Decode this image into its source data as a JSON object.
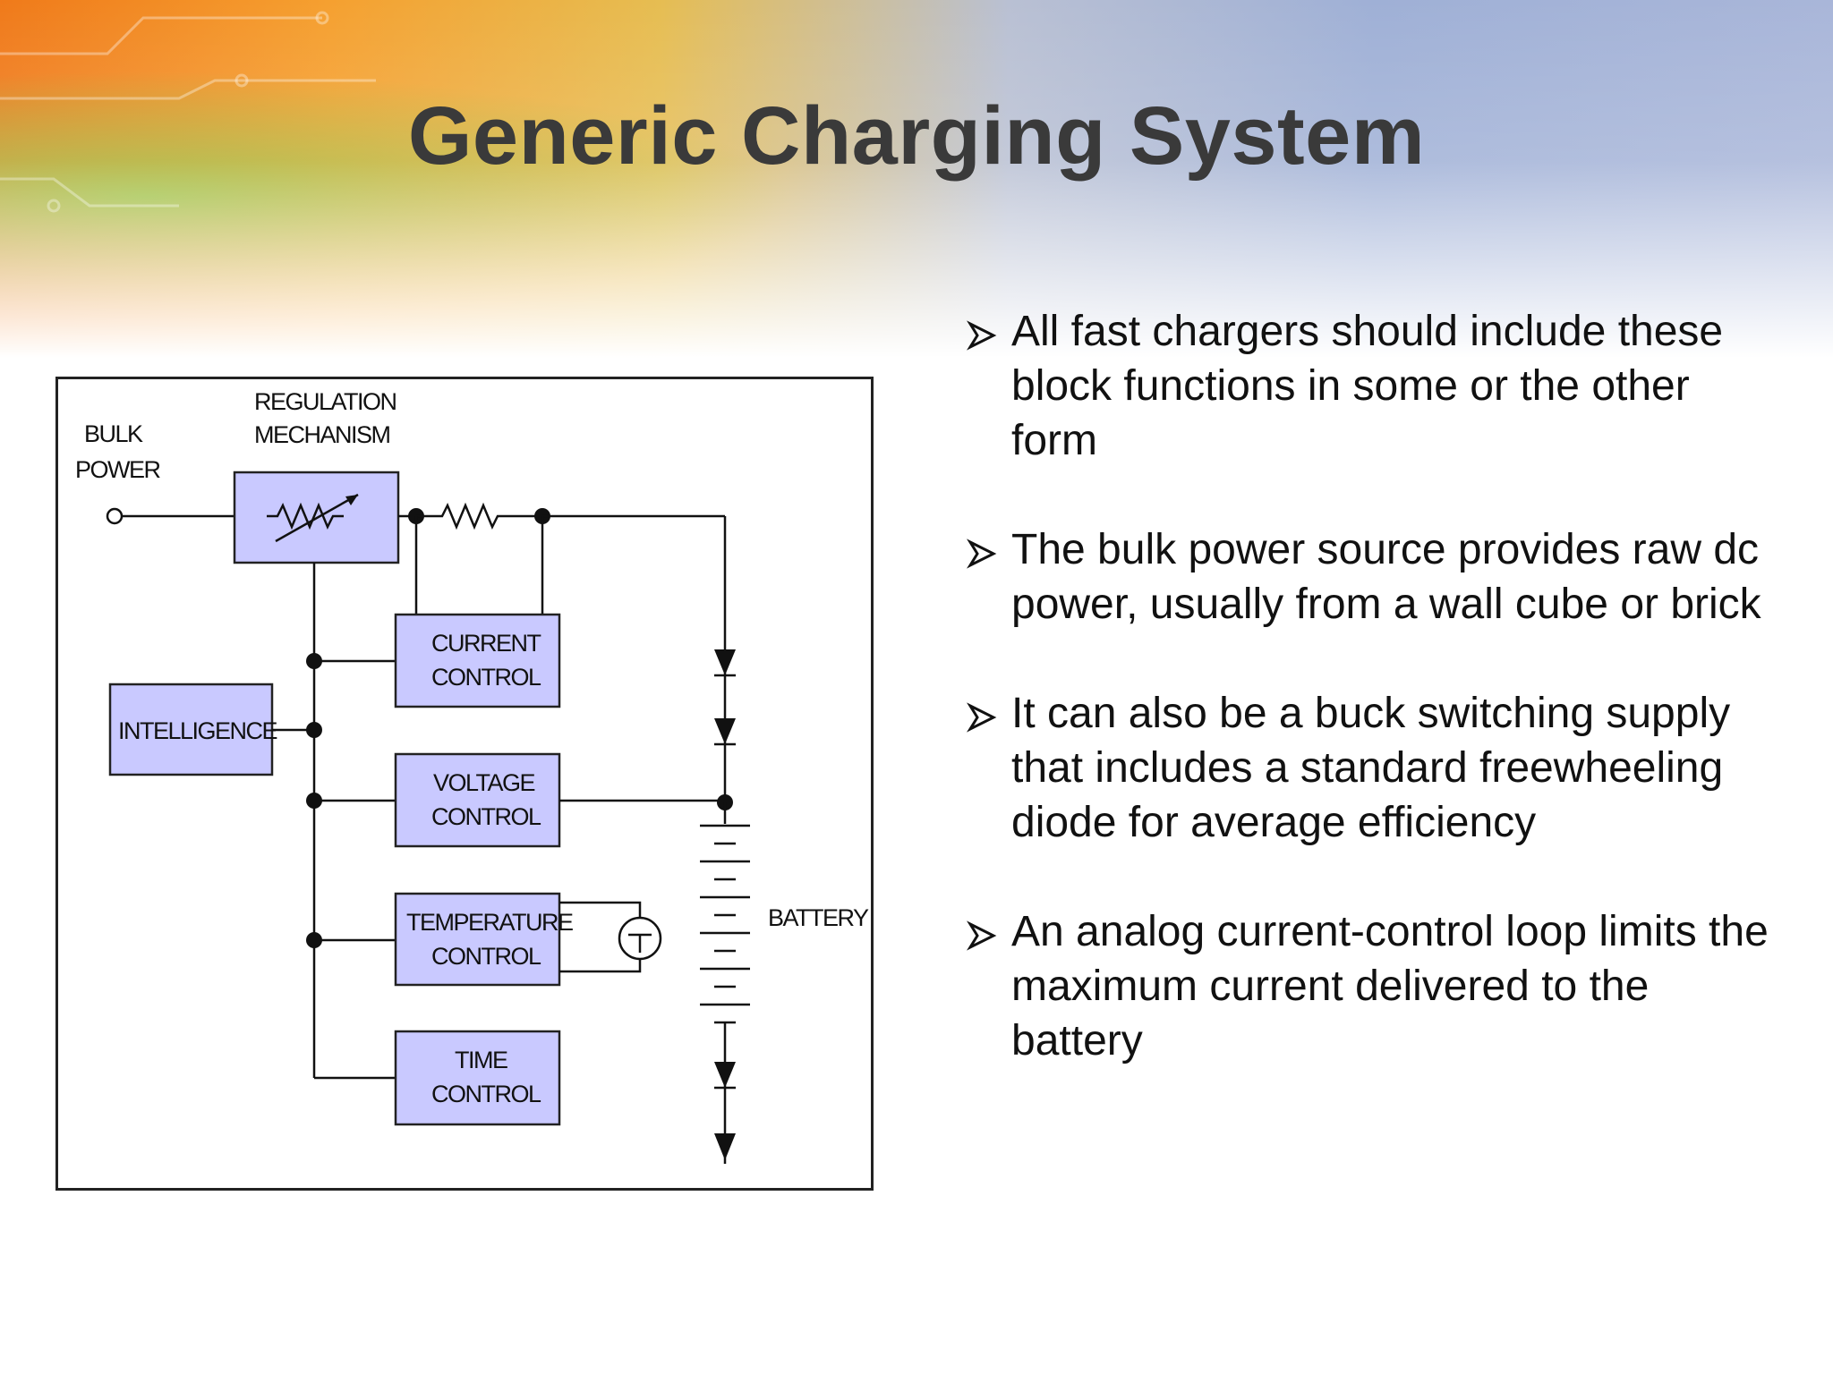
{
  "slide": {
    "title": "Generic Charging System",
    "bullets": [
      "All fast chargers should include these block functions in some or the other form",
      "The bulk power source provides raw dc power, usually from a wall cube or brick",
      "It can also be a buck switching supply that includes a standard freewheeling diode for average efficiency",
      "An analog current-control loop limits the maximum current delivered to the battery"
    ]
  },
  "diagram": {
    "labels": {
      "bulk_power_line1": "BULK",
      "bulk_power_line2": "POWER",
      "regulation_line1": "REGULATION",
      "regulation_line2": "MECHANISM",
      "intelligence": "INTELLIGENCE",
      "current_line1": "CURRENT",
      "current_line2": "CONTROL",
      "voltage_line1": "VOLTAGE",
      "voltage_line2": "CONTROL",
      "temperature_line1": "TEMPERATURE",
      "temperature_line2": "CONTROL",
      "time_line1": "TIME",
      "time_line2": "CONTROL",
      "battery": "BATTERY"
    },
    "colors": {
      "block_fill": "#c9c9ff",
      "line": "#111111"
    }
  }
}
